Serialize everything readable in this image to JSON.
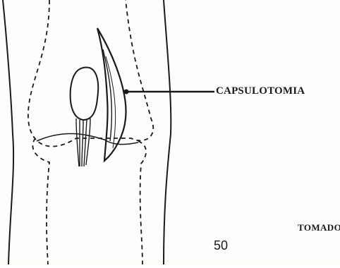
{
  "annotation": {
    "label": "CAPSULOTOMIA"
  },
  "credit_text": "TOMADO",
  "page_number": "50",
  "colors": {
    "ink": "#1a1a1a",
    "paper": "#fdfdfb"
  }
}
